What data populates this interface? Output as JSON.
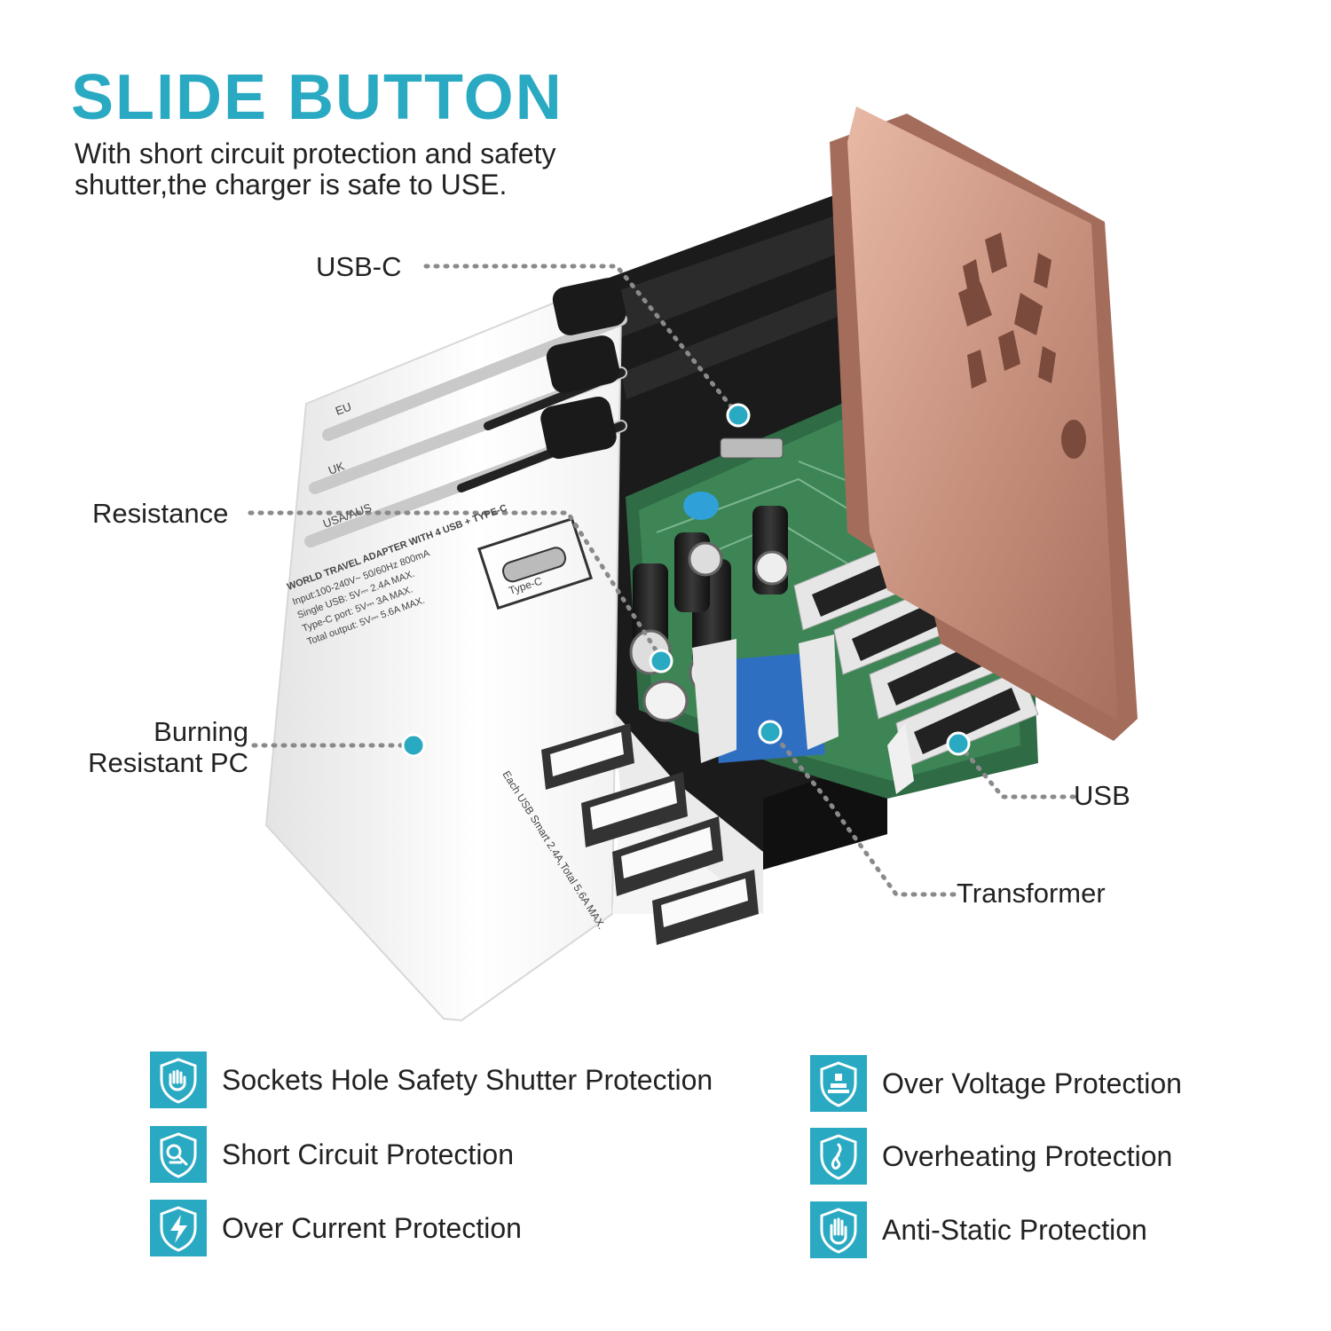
{
  "header": {
    "title": "SLIDE BUTTON",
    "subtitle": "With short circuit protection and safety shutter,the charger is safe to USE."
  },
  "colors": {
    "accent": "#2aa9c2",
    "rose_gold": "#c8927f",
    "text": "#222222"
  },
  "callouts": {
    "usbc": "USB-C",
    "resistance": "Resistance",
    "burning_1": "Burning",
    "burning_2": "Resistant PC",
    "usb": "USB",
    "transformer": "Transformer"
  },
  "device": {
    "slots": [
      "EU",
      "UK",
      "USA/AUS"
    ],
    "spec_title": "WORLD TRAVEL ADAPTER WITH 4 USB + TYPE-C",
    "spec_lines": [
      "Input:100-240V~  50/60Hz  800mA",
      "Single USB: 5V⎓ 2.4A MAX.",
      "Type-C port: 5V⎓ 3A MAX.",
      "Total output: 5V⎓ 5.6A MAX."
    ],
    "typec_label": "Type-C",
    "usb_note": "Each USB Smart 2.4A,Total 5.6A MAX."
  },
  "features": [
    {
      "icon": "shield-hand-icon",
      "label": "Sockets Hole Safety Shutter Protection"
    },
    {
      "icon": "shield-voltage-icon",
      "label": "Over Voltage Protection"
    },
    {
      "icon": "shield-circuit-icon",
      "label": "Short Circuit Protection"
    },
    {
      "icon": "shield-flame-icon",
      "label": "Overheating Protection"
    },
    {
      "icon": "shield-bolt-icon",
      "label": "Over Current Protection"
    },
    {
      "icon": "shield-palm-icon",
      "label": "Anti-Static Protection"
    }
  ]
}
